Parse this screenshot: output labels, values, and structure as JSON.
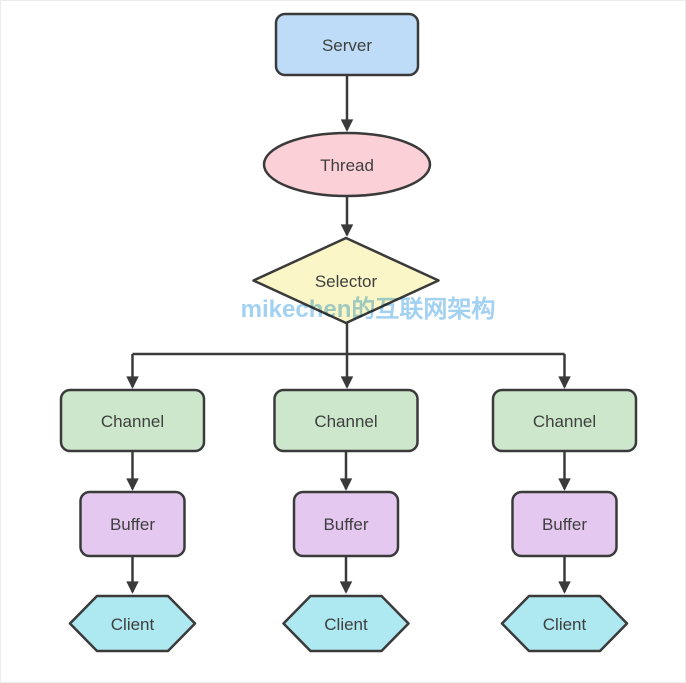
{
  "diagram": {
    "type": "flowchart",
    "watermark": {
      "text": "mikechen的互联网架构",
      "color": "#a3d1f2"
    },
    "style": {
      "stroke": "#3a3a3a",
      "label_color": "#3f3f3f",
      "background": "#ffffff"
    },
    "nodes": {
      "server": {
        "label": "Server",
        "shape": "rounded-rect",
        "fill": "#bedcf7"
      },
      "thread": {
        "label": "Thread",
        "shape": "ellipse",
        "fill": "#fbd0d7"
      },
      "selector": {
        "label": "Selector",
        "shape": "diamond",
        "fill": "#faf6c7"
      },
      "channel_left": {
        "label": "Channel",
        "shape": "rounded-rect",
        "fill": "#cde7cc"
      },
      "channel_middle": {
        "label": "Channel",
        "shape": "rounded-rect",
        "fill": "#cde7cc"
      },
      "channel_right": {
        "label": "Channel",
        "shape": "rounded-rect",
        "fill": "#cde7cc"
      },
      "buffer_left": {
        "label": "Buffer",
        "shape": "rounded-rect",
        "fill": "#e5c8ef"
      },
      "buffer_middle": {
        "label": "Buffer",
        "shape": "rounded-rect",
        "fill": "#e5c8ef"
      },
      "buffer_right": {
        "label": "Buffer",
        "shape": "rounded-rect",
        "fill": "#e5c8ef"
      },
      "client_left": {
        "label": "Client",
        "shape": "hexagon",
        "fill": "#aee8f0"
      },
      "client_middle": {
        "label": "Client",
        "shape": "hexagon",
        "fill": "#aee8f0"
      },
      "client_right": {
        "label": "Client",
        "shape": "hexagon",
        "fill": "#aee8f0"
      }
    },
    "edges": [
      {
        "from": "server",
        "to": "thread"
      },
      {
        "from": "thread",
        "to": "selector"
      },
      {
        "from": "selector",
        "to": "channel_left"
      },
      {
        "from": "selector",
        "to": "channel_middle"
      },
      {
        "from": "selector",
        "to": "channel_right"
      },
      {
        "from": "channel_left",
        "to": "buffer_left"
      },
      {
        "from": "channel_middle",
        "to": "buffer_middle"
      },
      {
        "from": "channel_right",
        "to": "buffer_right"
      },
      {
        "from": "buffer_left",
        "to": "client_left"
      },
      {
        "from": "buffer_middle",
        "to": "client_middle"
      },
      {
        "from": "buffer_right",
        "to": "client_right"
      }
    ]
  }
}
